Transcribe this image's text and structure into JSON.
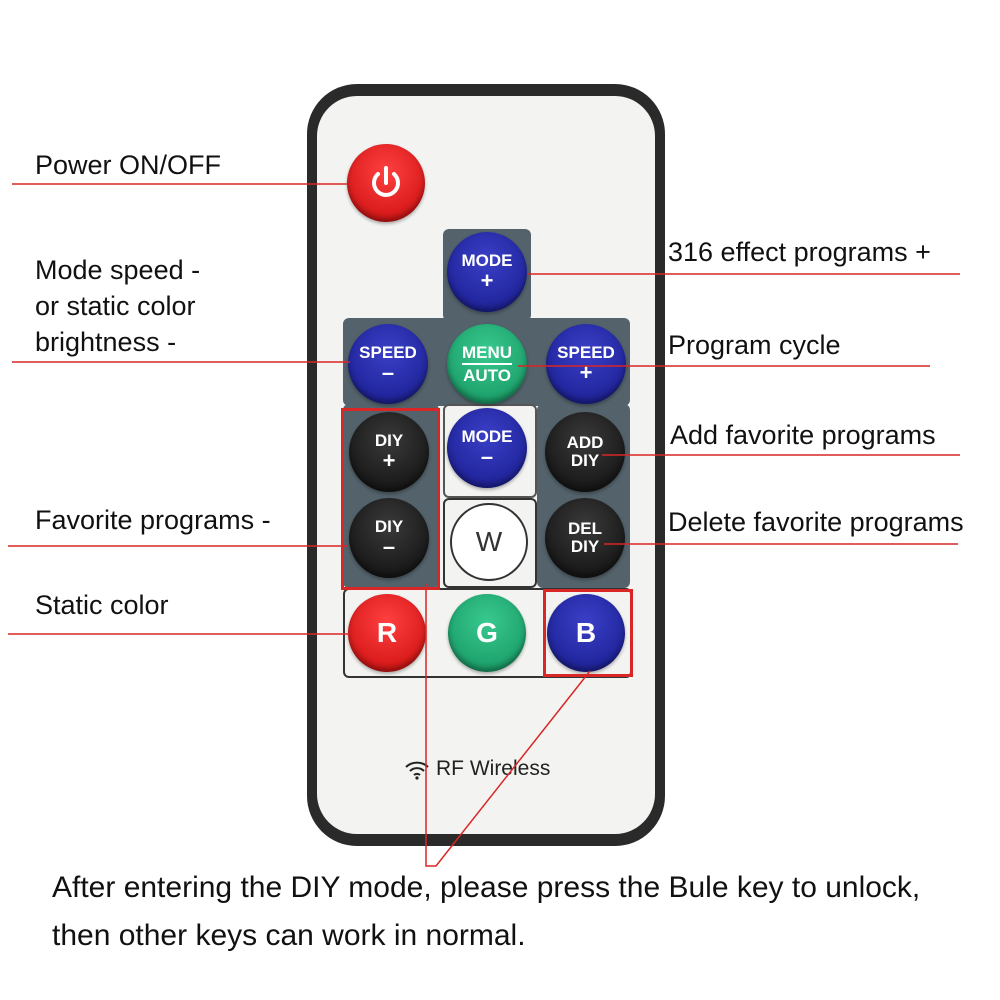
{
  "labels": {
    "power": "Power ON/OFF",
    "mode_speed_minus": "Mode speed -\nor static color\nbrightness -",
    "effect_plus": "316 effect programs +",
    "program_cycle": "Program cycle",
    "add_favorite": "Add favorite programs",
    "favorite_minus": "Favorite programs -",
    "delete_favorite": "Delete favorite programs",
    "static_color": "Static color"
  },
  "buttons": {
    "mode_plus": {
      "line1": "MODE",
      "line2": "+"
    },
    "speed_minus": {
      "line1": "SPEED",
      "line2": "–"
    },
    "menu_auto": {
      "line1": "MENU",
      "line2": "AUTO"
    },
    "speed_plus": {
      "line1": "SPEED",
      "line2": "+"
    },
    "diy_plus": {
      "line1": "DIY",
      "line2": "+"
    },
    "mode_minus": {
      "line1": "MODE",
      "line2": "–"
    },
    "add_diy": {
      "line1": "ADD",
      "line2": "DIY"
    },
    "diy_minus": {
      "line1": "DIY",
      "line2": "–"
    },
    "white": {
      "label": "W"
    },
    "del_diy": {
      "line1": "DEL",
      "line2": "DIY"
    },
    "red": {
      "label": "R"
    },
    "green": {
      "label": "G"
    },
    "blue": {
      "label": "B"
    }
  },
  "remote": {
    "rf_text": "RF Wireless",
    "rf_icon": "wifi-icon",
    "power_icon": "power-icon"
  },
  "caption": "After entering the DIY mode, please press the Bule key to unlock, then other keys can work in normal.",
  "colors": {
    "leader_line": "#d92626",
    "highlight_box": "#d92626",
    "blue_key": "#161a8a",
    "green_key": "#13925e",
    "red_key": "#c90a0a",
    "black_key": "#0c0c0c",
    "panel": "#53626b"
  }
}
